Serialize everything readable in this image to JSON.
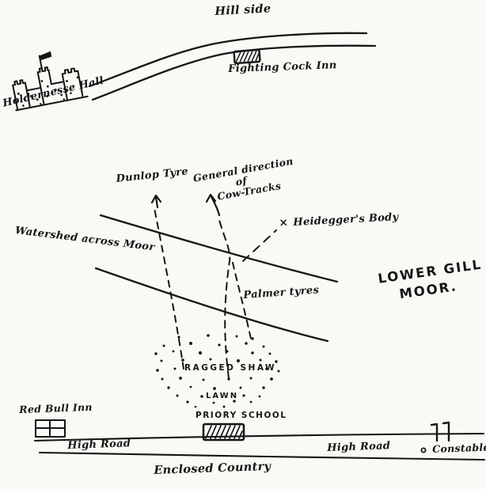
{
  "colors": {
    "paper": "#faf9f5",
    "ink": "#151515"
  },
  "map": {
    "hillside_label": "Hill side",
    "fighting_cock_inn_label": "Fighting Cock Inn",
    "holdernesse_hall_label": "Holdernesse Hall",
    "dunlop_tyre_label": "Dunlop Tyre",
    "cow_tracks_line1": "General direction",
    "cow_tracks_line2": "of",
    "cow_tracks_line3": "Cow-Tracks",
    "body_marker": "×",
    "body_label": "Heidegger's Body",
    "watershed_label": "Watershed across Moor",
    "palmer_tyres_label": "Palmer tyres",
    "moor_name_line1": "LOWER GILL",
    "moor_name_line2": "MOOR.",
    "ragged_shaw_label": "RAGGED SHAW",
    "lawn_label": "LAWN",
    "priory_school_label": "PRIORY SCHOOL",
    "red_bull_inn_label": "Red Bull Inn",
    "high_road_left_label": "High Road",
    "high_road_right_label": "High Road",
    "constable_label": "Constable",
    "enclosed_country_label": "Enclosed Country"
  }
}
